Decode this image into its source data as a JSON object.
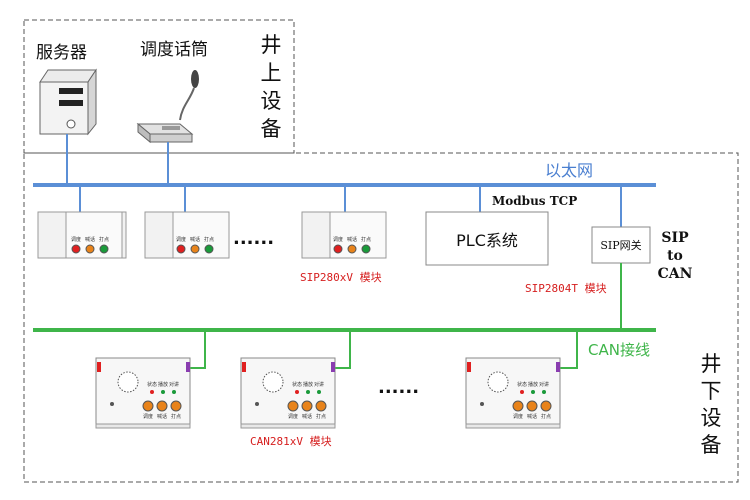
{
  "surface": {
    "title_chars": [
      "井",
      "上",
      "设",
      "备"
    ],
    "server_label": "服务器",
    "mic_label": "调度话筒"
  },
  "underground": {
    "title_chars": [
      "井",
      "下",
      "设",
      "备"
    ]
  },
  "ethernet": {
    "label": "以太网",
    "color": "#5b8fd6"
  },
  "can_bus": {
    "label": "CAN接线",
    "color": "#3fb54a"
  },
  "modbus_label": "Modbus TCP",
  "plc_label": "PLC系统",
  "gateway": {
    "label": "SIP网关",
    "side_lines": [
      "SIP",
      "to",
      "CAN"
    ],
    "module_label": "SIP2804T 模块"
  },
  "sip_module": {
    "label": "SIP280xV 模块",
    "button_labels": [
      "调度",
      "喊话",
      "打点"
    ],
    "ellipsis": "......"
  },
  "can_module": {
    "label": "CAN281xV 模块",
    "button_labels": [
      "调度",
      "喊话",
      "打点"
    ],
    "led_labels": [
      "状态",
      "播放",
      "对讲"
    ],
    "ellipsis": "......"
  }
}
